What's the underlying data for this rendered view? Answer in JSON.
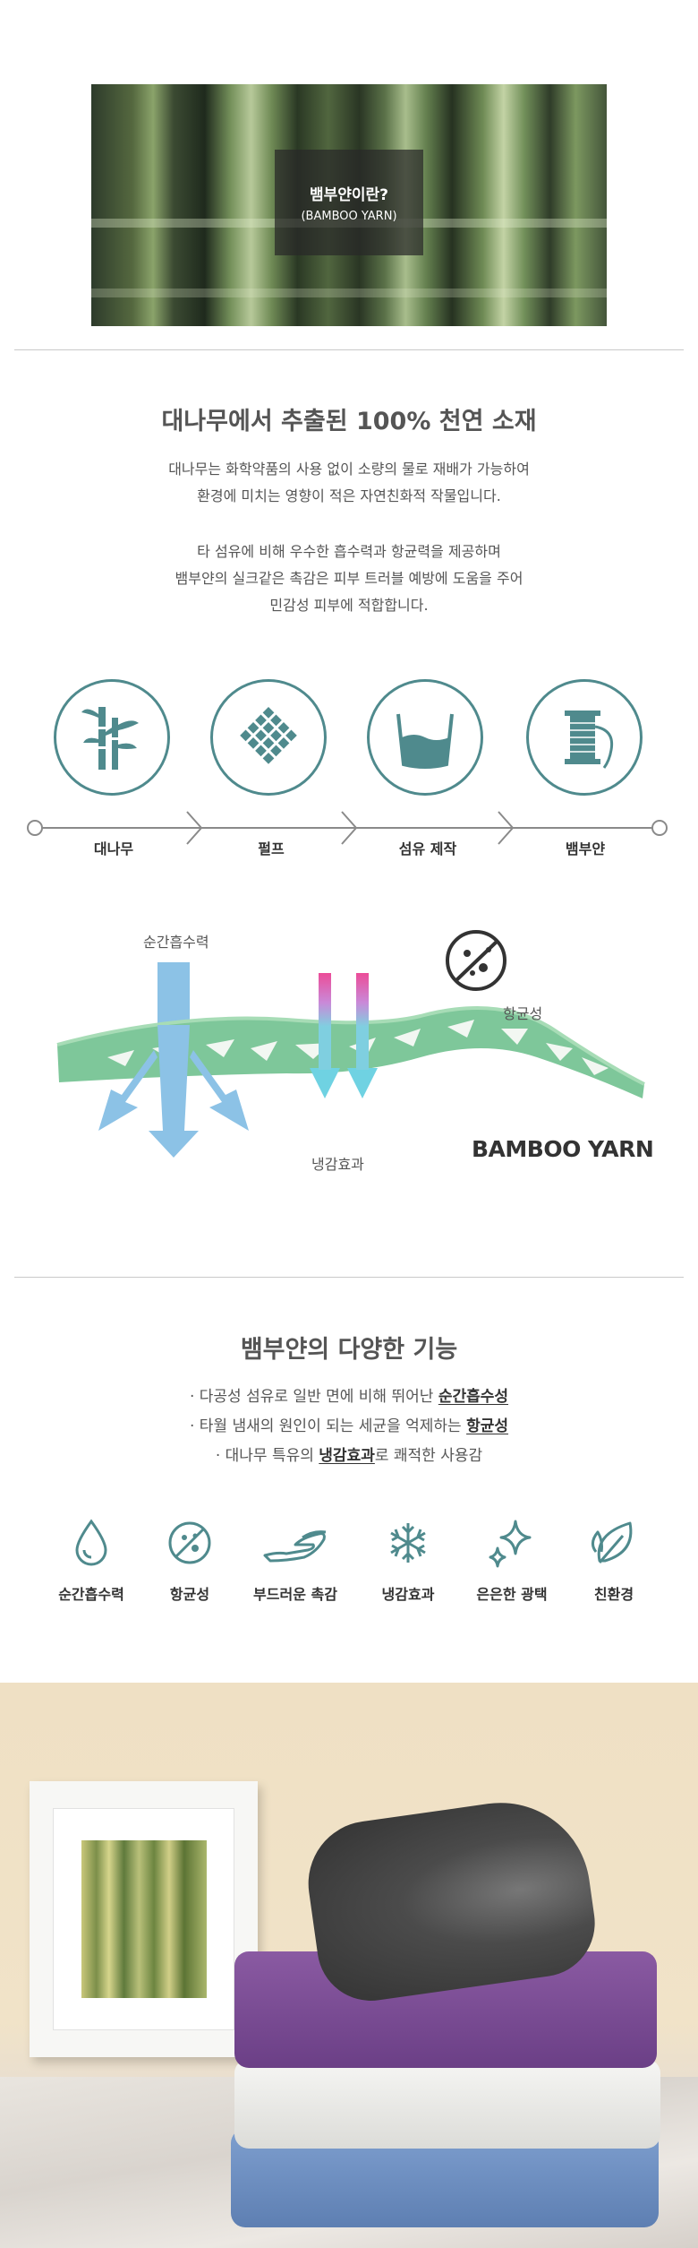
{
  "hero": {
    "title": "뱀부얀이란?",
    "subtitle": "(BAMBOO YARN)"
  },
  "section1": {
    "heading": "대나무에서 추출된 100% 천연 소재",
    "paragraph_lines": [
      "대나무는 화학약품의 사용 없이 소량의 물로 재배가 가능하여",
      "환경에 미치는 영향이 적은 자연친화적 작물입니다."
    ],
    "paragraph2_lines": [
      "타 섬유에 비해 우수한 흡수력과 항균력을 제공하며",
      "뱀부얀의 실크같은 촉감은 피부 트러블 예방에 도움을 주어",
      "민감성 피부에 적합합니다."
    ]
  },
  "process": {
    "steps": [
      {
        "label": "대나무",
        "icon": "bamboo-icon"
      },
      {
        "label": "펄프",
        "icon": "pulp-grid-icon"
      },
      {
        "label": "섬유 제작",
        "icon": "fiber-vat-icon"
      },
      {
        "label": "뱀부얀",
        "icon": "yarn-spool-icon"
      }
    ],
    "color": "#4f8a8d"
  },
  "diagram": {
    "absorb_label": "순간흡수력",
    "antibacterial_label": "항균성",
    "cooling_label": "냉감효과",
    "brand_label": "BAMBOO YARN",
    "fabric_color": "#7ec79a",
    "arrow_blue": "#7fb6e0",
    "arrow_pink": "#e9549a"
  },
  "section2": {
    "heading": "뱀부얀의 다양한 기능",
    "bullets": [
      {
        "prefix": "· 다공성 섬유로 일반 면에 비해 뛰어난 ",
        "bold": "순간흡수성",
        "suffix": ""
      },
      {
        "prefix": "· 타월 냄새의 원인이 되는 세균을 억제하는 ",
        "bold": "항균성",
        "suffix": ""
      },
      {
        "prefix": "· 대나무 특유의 ",
        "bold": "냉감효과",
        "suffix": "로 쾌적한 사용감"
      }
    ]
  },
  "features": [
    {
      "label": "순간흡수력",
      "icon": "water-drop-icon"
    },
    {
      "label": "항균성",
      "icon": "antibacterial-icon"
    },
    {
      "label": "부드러운 촉감",
      "icon": "soft-hand-icon"
    },
    {
      "label": "냉감효과",
      "icon": "snowflake-icon"
    },
    {
      "label": "은은한 광택",
      "icon": "sparkle-icon"
    },
    {
      "label": "친환경",
      "icon": "leaf-icon"
    }
  ]
}
